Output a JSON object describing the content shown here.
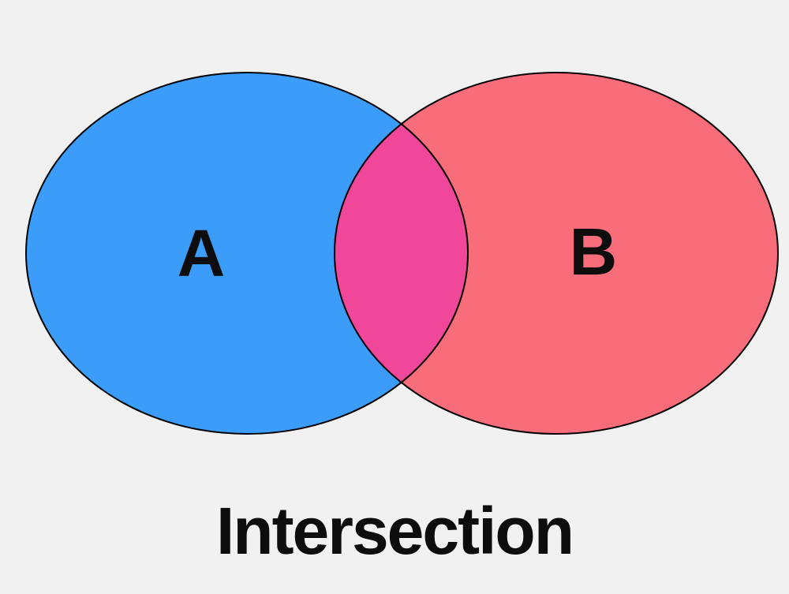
{
  "page": {
    "background_color": "#F1F1F1"
  },
  "diagram": {
    "title": "Intersection",
    "set_a": {
      "label": "A",
      "fill_color": "#3B9DF9"
    },
    "set_b": {
      "label": "B",
      "fill_color": "#F96D7B"
    },
    "intersection": {
      "fill_color": "#F0479B"
    },
    "outline_color": "#000000",
    "text_color": "#0D0D0D"
  }
}
